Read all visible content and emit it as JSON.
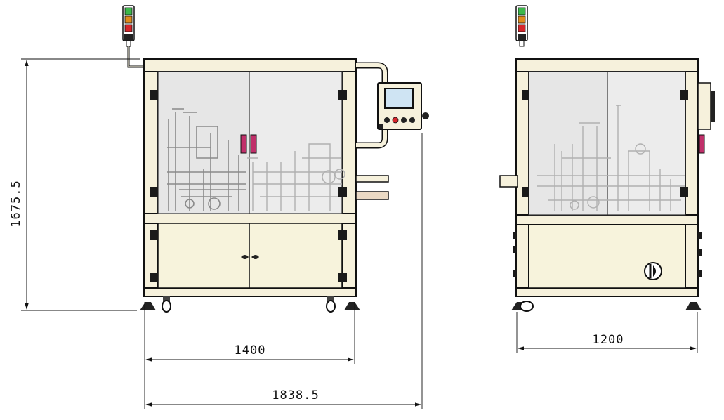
{
  "dimensions": {
    "height": "1675.5",
    "width_frame": "1400",
    "width_overall": "1838.5",
    "depth": "1200"
  },
  "colors": {
    "frame": "#f6f1dc",
    "glass": "#e6e6e6",
    "outline": "#111111",
    "light_green": "#3cb84a",
    "light_amber": "#e08a1c",
    "light_red": "#d6262b",
    "handle_accent": "#c0306a"
  },
  "icons": [
    "signal-tower-icon",
    "touch-panel-icon",
    "emergency-stop-icon",
    "caster-wheel-icon",
    "leveling-foot-icon"
  ]
}
